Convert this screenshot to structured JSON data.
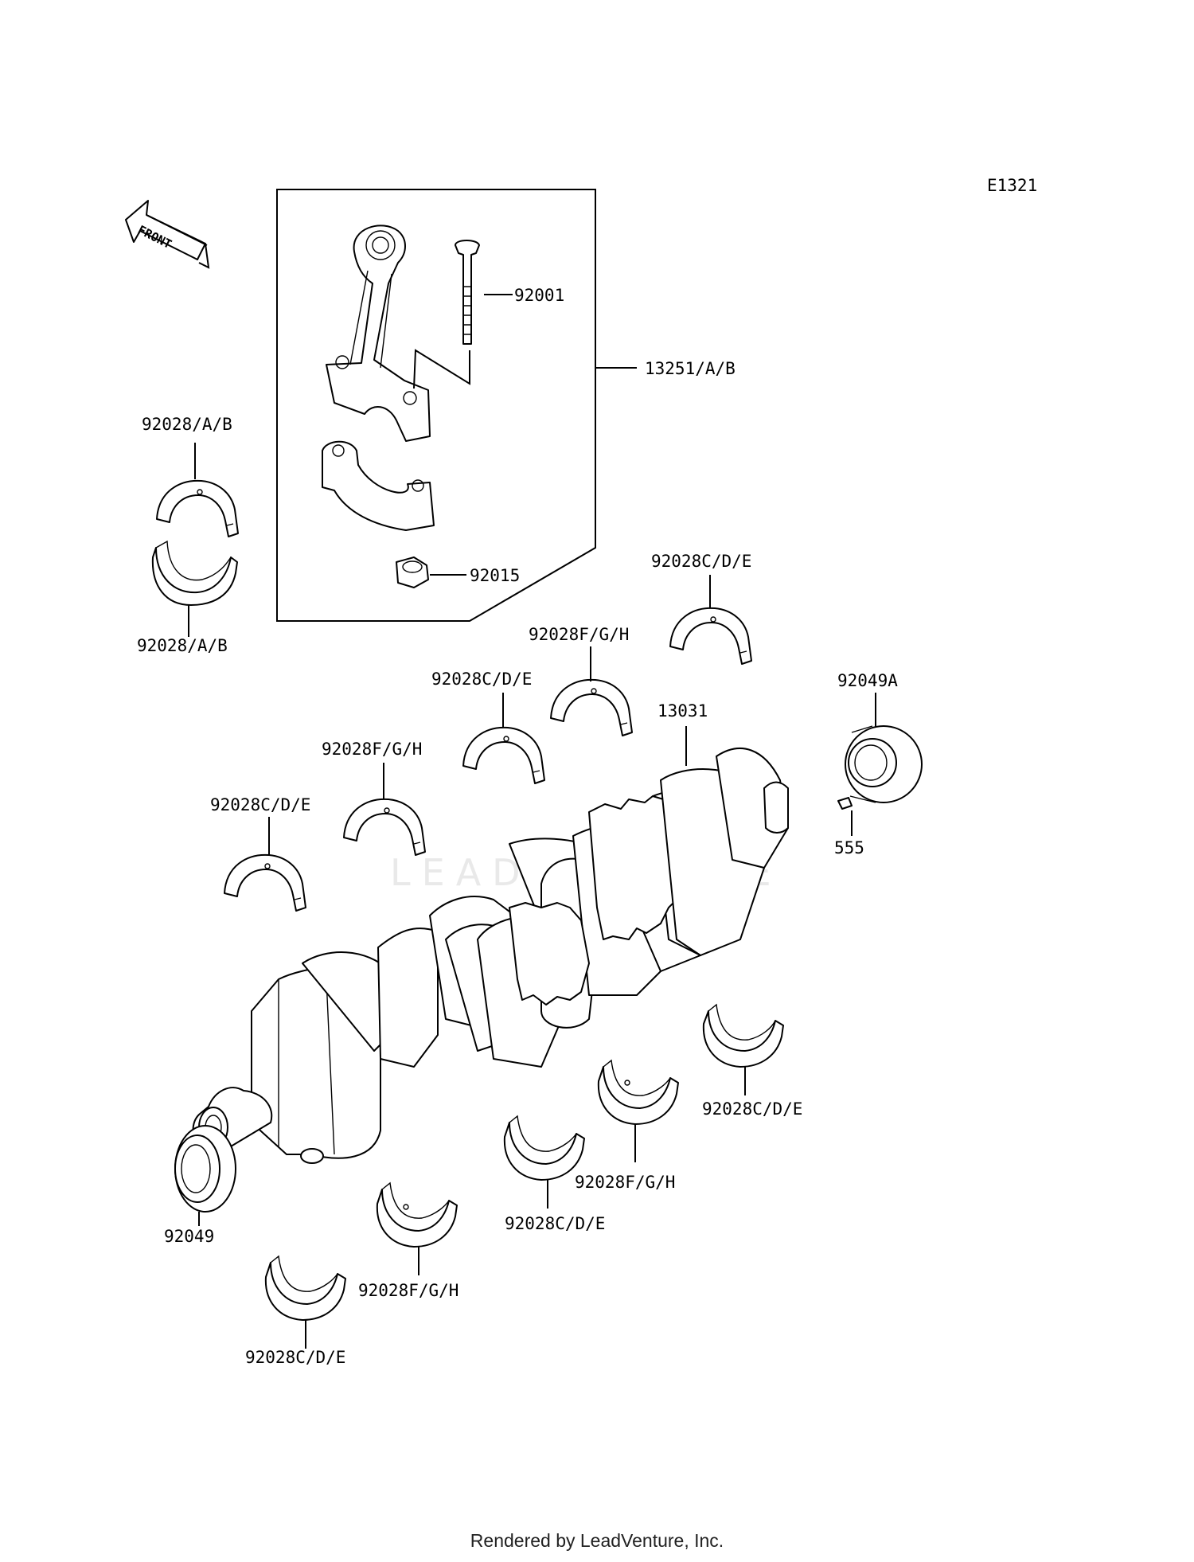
{
  "diagram_code": "E1321",
  "front_label": "FRONT",
  "watermark": "LEADVENTURE",
  "footer": "Rendered by LeadVenture, Inc.",
  "labels": {
    "bolt": "92001",
    "conrod_assy": "13251/A/B",
    "nut": "92015",
    "rod_bearing_upper": "92028/A/B",
    "rod_bearing_lower": "92028/A/B",
    "main_bearing_top_1": "92028C/D/E",
    "main_bearing_top_2": "92028F/G/H",
    "main_bearing_top_3": "92028C/D/E",
    "main_bearing_top_4": "92028F/G/H",
    "main_bearing_top_5": "92028C/D/E",
    "crankshaft": "13031",
    "oil_seal_right": "92049A",
    "pin": "555",
    "oil_seal_left": "92049",
    "main_bearing_bot_1": "92028C/D/E",
    "main_bearing_bot_2": "92028F/G/H",
    "main_bearing_bot_3": "92028C/D/E",
    "main_bearing_bot_4": "92028F/G/H",
    "main_bearing_bot_5": "92028C/D/E"
  }
}
